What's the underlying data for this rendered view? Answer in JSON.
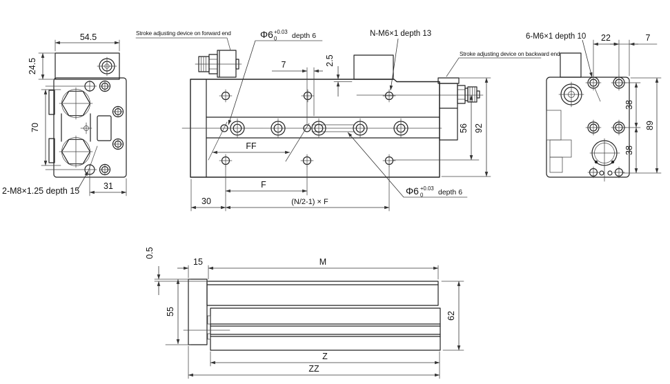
{
  "drawing": {
    "type": "mechanical-dimension-drawing",
    "views": {
      "left": {
        "dim_width_top": "54.5",
        "dim_height_top": "24.5",
        "dim_height": "70",
        "dim_width_bottom": "31",
        "thread_label": "2-M8×1.25 depth 15"
      },
      "front": {
        "forward_label": "Stroke adjusting device on forward end",
        "backward_label": "Stroke adjusting device on backward end",
        "thread_label": "N-M6×1 depth 13",
        "pin_top": {
          "dia": "Φ6",
          "tol_plus": "+0.03",
          "tol_zero": "0",
          "depth": "depth 6"
        },
        "pin_bottom": {
          "dia": "Φ6",
          "tol_plus": "+0.03",
          "tol_zero": "0",
          "depth": "depth 6"
        },
        "dim_7": "7",
        "dim_step": "2.5",
        "dim_56": "56",
        "dim_92": "92",
        "dim_ff": "FF",
        "dim_f": "F",
        "dim_30": "30",
        "dim_nf": "(N/2-1) × F"
      },
      "right": {
        "thread_label": "6-M6×1 depth 10",
        "dim_22": "22",
        "dim_7": "7",
        "dim_38_upper": "38",
        "dim_89": "89",
        "dim_38_lower": "38"
      },
      "bottom": {
        "dim_05": "0.5",
        "dim_15": "15",
        "dim_m": "M",
        "dim_55": "55",
        "dim_62": "62",
        "dim_z": "Z",
        "dim_zz": "ZZ"
      }
    }
  }
}
